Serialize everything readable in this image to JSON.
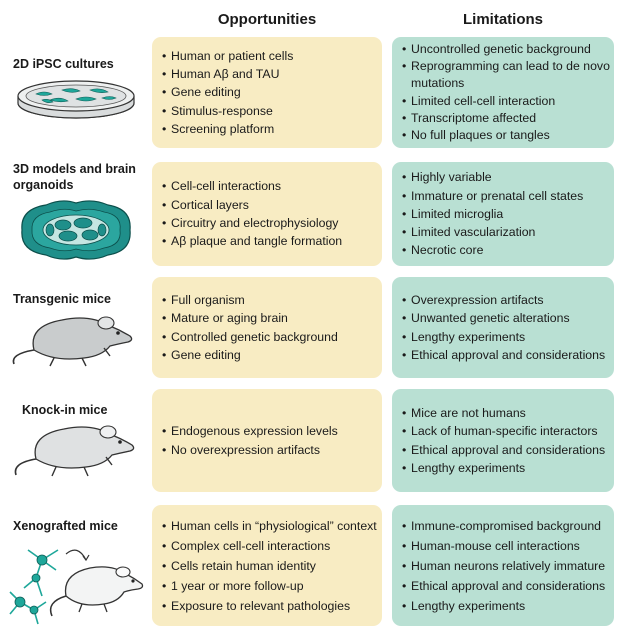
{
  "headers": {
    "opportunities": "Opportunities",
    "limitations": "Limitations"
  },
  "rows": [
    {
      "label": "2D iPSC cultures",
      "opportunities": [
        "Human or patient cells",
        "Human Aβ and TAU",
        "Gene editing",
        "Stimulus-response",
        "Screening platform"
      ],
      "limitations": [
        "Uncontrolled genetic background",
        "Reprogramming can lead to de novo mutations",
        "Limited cell-cell interaction",
        "Transcriptome affected",
        "No full plaques or tangles"
      ]
    },
    {
      "label": "3D models and brain organoids",
      "opportunities": [
        "Cell-cell interactions",
        "Cortical layers",
        "Circuitry and electrophysiology",
        "Aβ plaque and tangle formation"
      ],
      "limitations": [
        "Highly variable",
        "Immature or prenatal cell states",
        "Limited microglia",
        "Limited vascularization",
        "Necrotic core"
      ]
    },
    {
      "label": "Transgenic mice",
      "opportunities": [
        "Full organism",
        "Mature or aging brain",
        "Controlled genetic background",
        "Gene editing"
      ],
      "limitations": [
        "Overexpression artifacts",
        "Unwanted genetic alterations",
        "Lengthy experiments",
        "Ethical approval and considerations"
      ]
    },
    {
      "label": "Knock-in mice",
      "opportunities": [
        "Endogenous expression levels",
        "No overexpression artifacts"
      ],
      "limitations": [
        "Mice are not humans",
        "Lack of human-specific interactors",
        "Ethical approval and considerations",
        "Lengthy experiments"
      ]
    },
    {
      "label": "Xenografted mice",
      "opportunities": [
        "Human cells in “physiological” context",
        "Complex cell-cell interactions",
        "Cells retain human identity",
        "1 year or more follow-up",
        "Exposure to relevant pathologies"
      ],
      "limitations": [
        "Immune-compromised background",
        "Human-mouse cell interactions",
        "Human neurons relatively immature",
        "Ethical approval and considerations",
        "Lengthy experiments"
      ]
    }
  ],
  "colors": {
    "opportunities_box": "#f8ecc3",
    "limitations_box": "#b9e0d3",
    "organoid_teal": "#1f8f8a",
    "neuron_teal": "#1ea79a",
    "mouse_gray": "#c9cccd"
  },
  "icons": [
    "petri-dish-icon",
    "organoid-icon",
    "mouse-icon",
    "mouse-icon",
    "mouse-with-neurons-icon"
  ]
}
